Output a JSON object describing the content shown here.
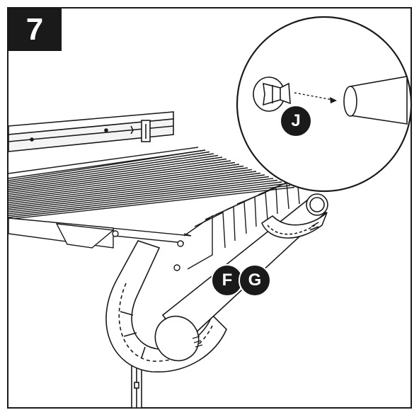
{
  "step": {
    "number": "7"
  },
  "labels": {
    "j": "J",
    "f": "F",
    "g": "G"
  },
  "colors": {
    "ink": "#1a1a1a",
    "paper": "#ffffff",
    "shade": "#e6e6e6"
  }
}
